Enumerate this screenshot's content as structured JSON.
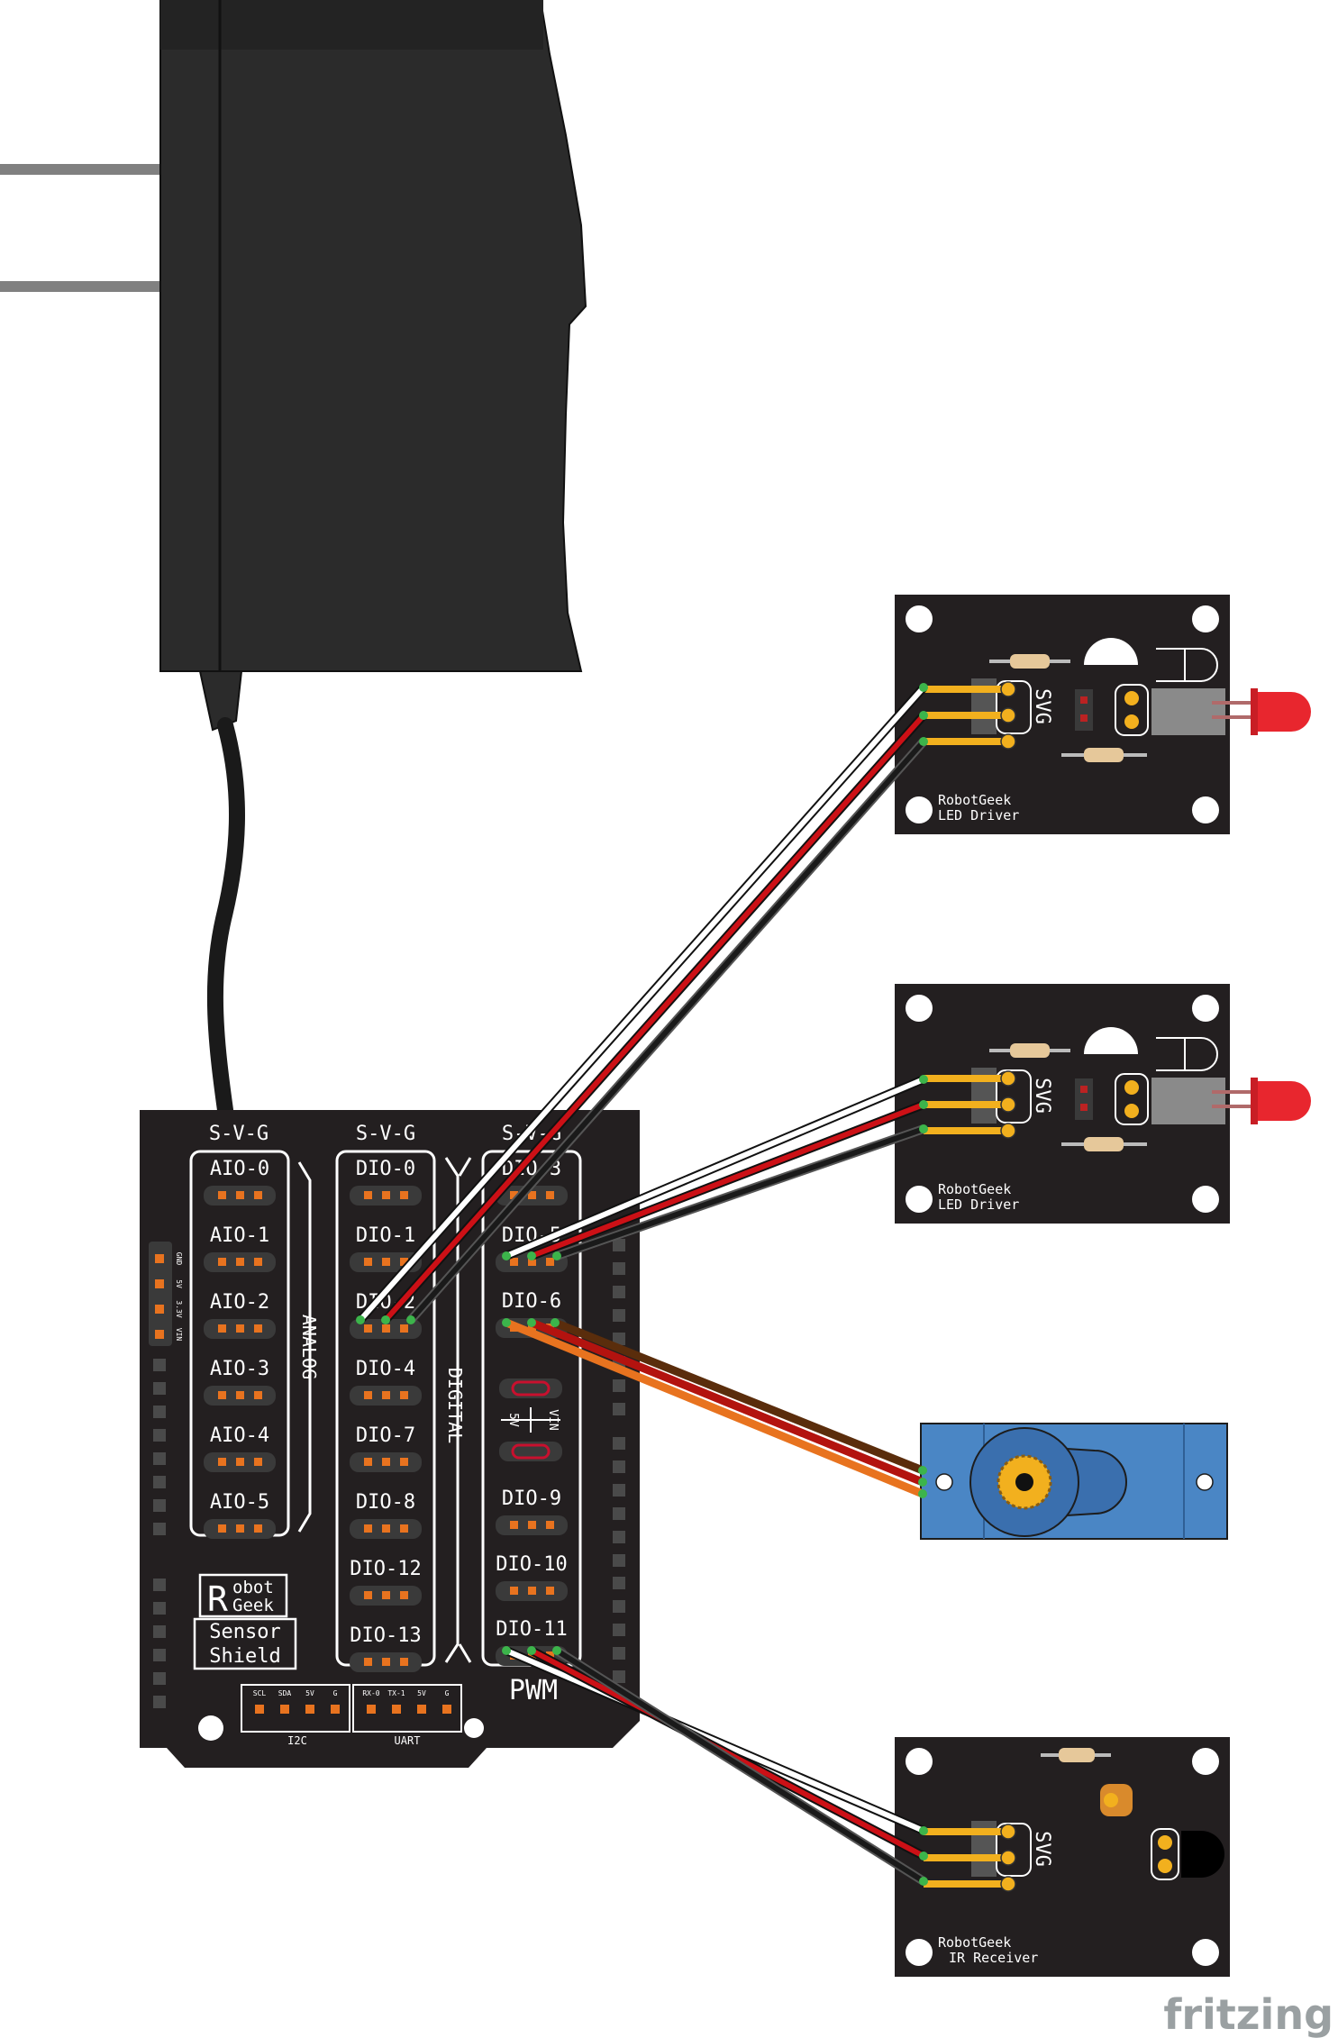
{
  "shield": {
    "headers": [
      "S-V-G",
      "S-V-G",
      "S-V-G"
    ],
    "analog_pins": [
      "AIO-0",
      "AIO-1",
      "AIO-2",
      "AIO-3",
      "AIO-4",
      "AIO-5"
    ],
    "digital_pins": [
      "DIO-0",
      "DIO-1",
      "DIO-2",
      "DIO-4",
      "DIO-7",
      "DIO-8",
      "DIO-12",
      "DIO-13"
    ],
    "pwm_pins": [
      "DIO-3",
      "DIO-5",
      "DIO-6",
      "DIO-9",
      "DIO-10",
      "DIO-11"
    ],
    "analog_label": "ANALOG",
    "digital_label": "DIGITAL",
    "pwm_label": "PWM",
    "jumper_5v": "5V",
    "jumper_vin": "VIN",
    "power_pins": [
      "GND",
      "5V",
      "3.3V",
      "VIN"
    ],
    "logo_line1": "obot",
    "logo_line2": "Geek",
    "logo_r": "R",
    "name_line1": "Sensor",
    "name_line2": "Shield",
    "i2c_pins": [
      "SCL",
      "SDA",
      "5V",
      "G"
    ],
    "i2c_label": "I2C",
    "uart_pins": [
      "RX-0",
      "TX-1",
      "5V",
      "G"
    ],
    "uart_label": "UART"
  },
  "modules": {
    "led1": {
      "brand": "RobotGeek",
      "name": "LED Driver",
      "svg": "SVG"
    },
    "led2": {
      "brand": "RobotGeek",
      "name": "LED Driver",
      "svg": "SVG"
    },
    "ir": {
      "brand": "RobotGeek",
      "name": "IR Receiver",
      "svg": "SVG"
    }
  },
  "watermark": "fritzing",
  "colors": {
    "board": "#231f20",
    "adapter": "#2b2b2b",
    "wire_signal_white": "#ffffff",
    "wire_power_red": "#cc1016",
    "wire_ground_black": "#1a1a1a",
    "servo_orange": "#e8731f",
    "servo_body": "#4a86c5",
    "led_red": "#e8262e",
    "header_yellow": "#f2b01e"
  }
}
